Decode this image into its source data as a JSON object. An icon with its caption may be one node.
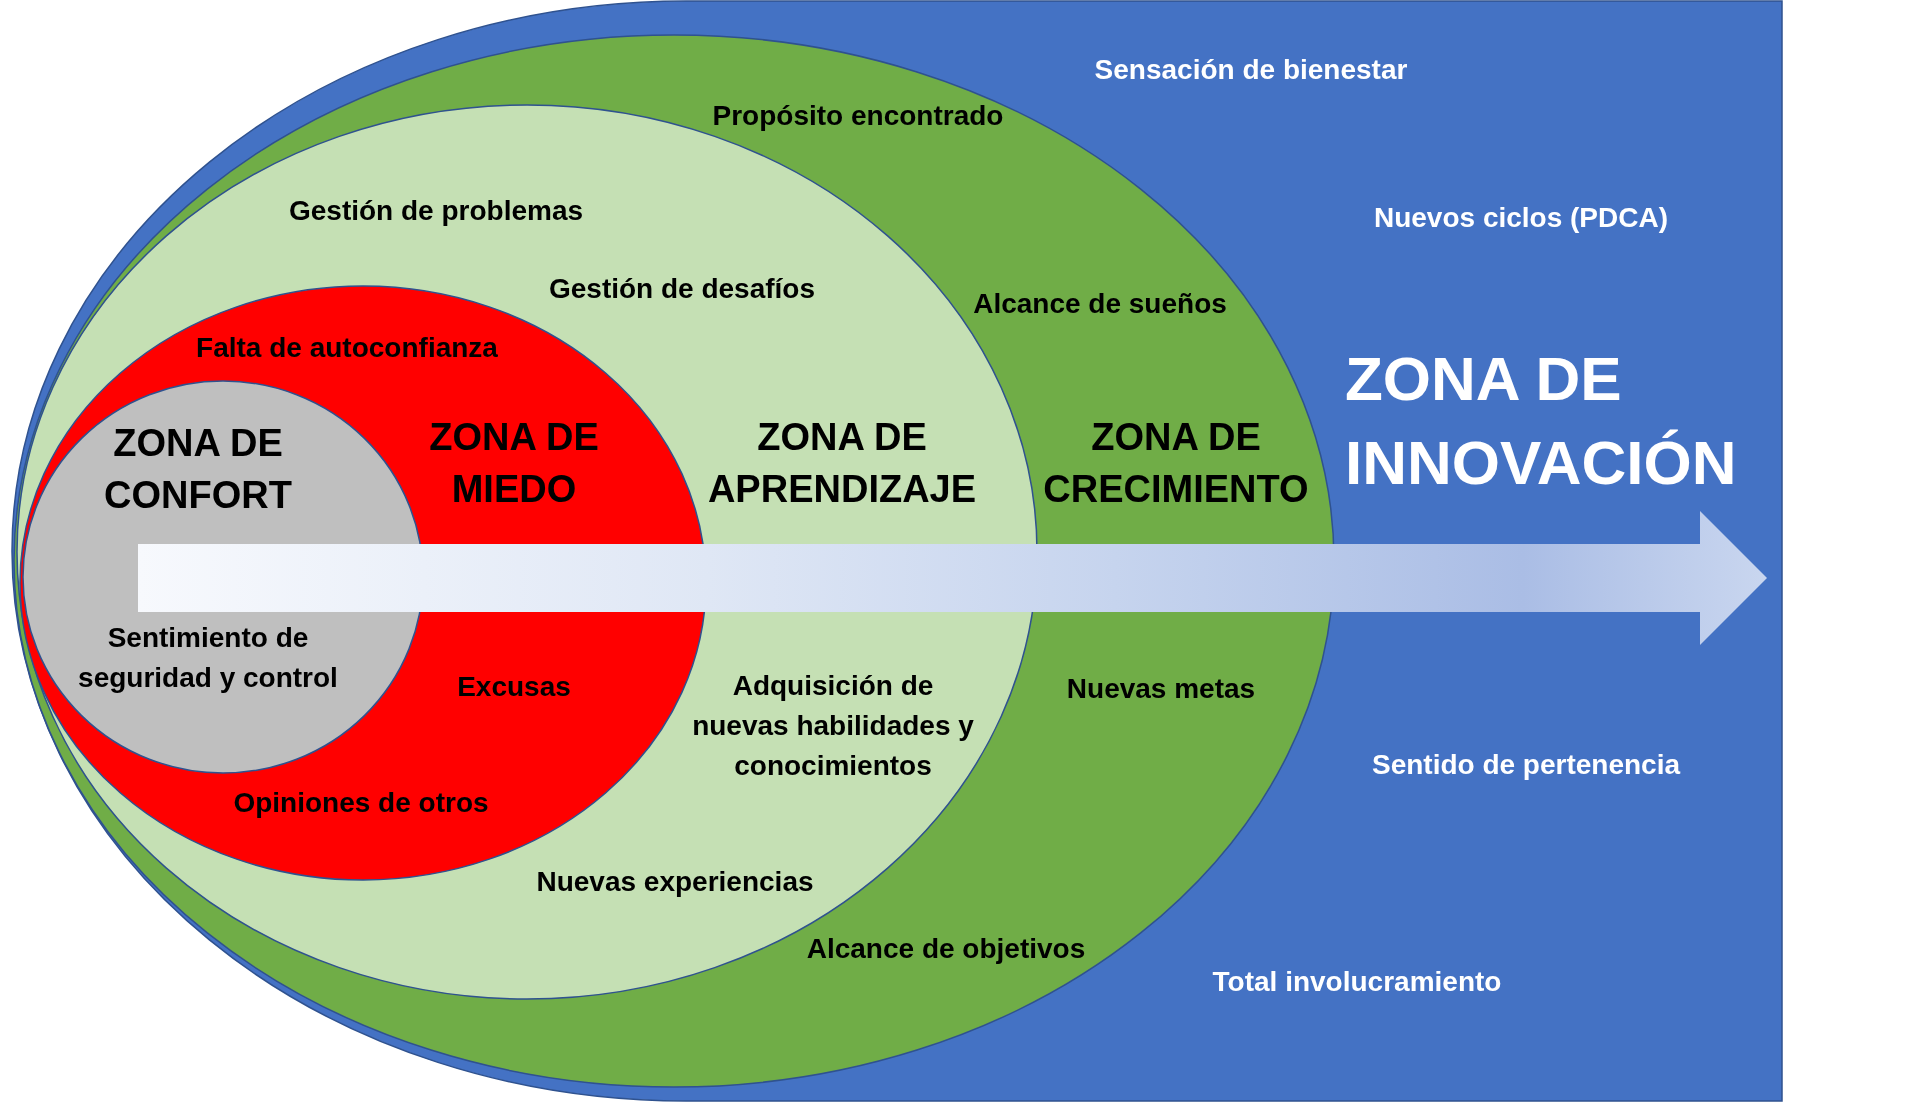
{
  "diagram": {
    "nodes": [
      {
        "text": [
          "ZONA DE INNOVACIÓN",
          "Sensación de bienestar",
          "Nuevos ciclos (PDCA)",
          "Sentido de pertenencia",
          "Total involucramiento"
        ]
      },
      {
        "text": [
          "ZONA DE CRECIMIENTO",
          "Propósito encontrado",
          "Alcance de sueños",
          "Nuevas metas",
          "Alcance de objetivos"
        ],
        "in": 0
      },
      {
        "text": [
          "ZONA DE APRENDIZAJE",
          "Gestión de problemas",
          "Gestión de desafíos",
          "Adquisición de nuevas habilidades y conocimientos",
          "Nuevas experiencias"
        ],
        "in": 1
      },
      {
        "text": [
          "ZONA DE MIEDO",
          "Falta de autoconfianza",
          "Excusas",
          "Opiniones de otros"
        ],
        "in": 2
      },
      {
        "text": [
          "ZONA DE CONFORT",
          "Sentimiento de seguridad y control"
        ],
        "in": 3
      }
    ]
  }
}
